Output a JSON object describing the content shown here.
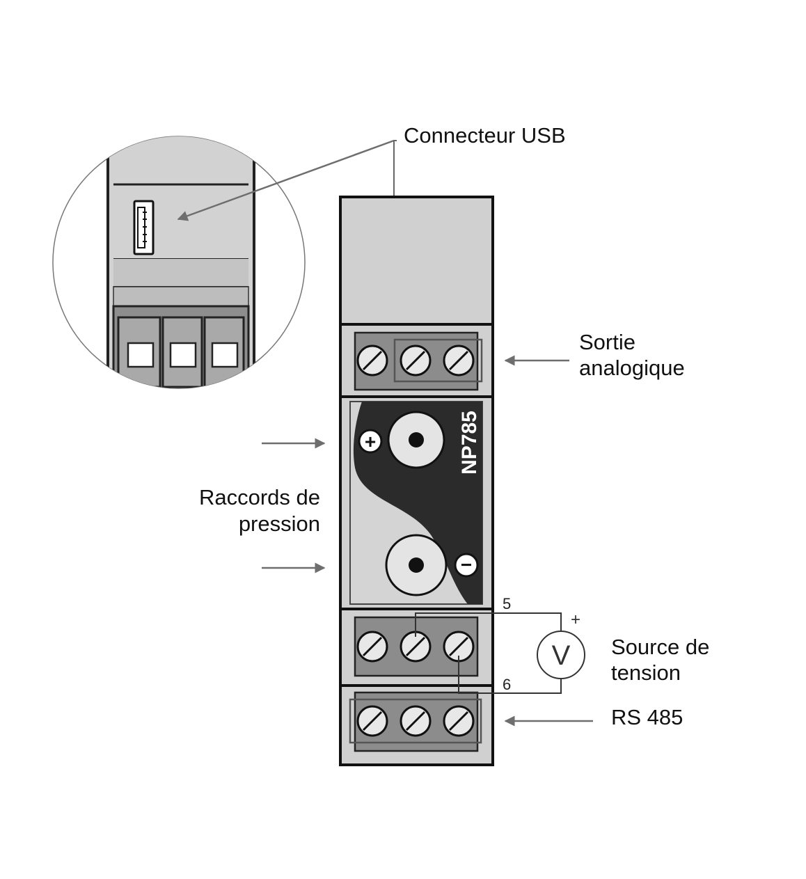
{
  "labels": {
    "usb": "Connecteur USB",
    "analog_line1": "Sortie",
    "analog_line2": "analogique",
    "pressure_line1": "Raccords de",
    "pressure_line2": "pression",
    "voltage_line1": "Source de",
    "voltage_line2": "tension",
    "rs485": "RS 485"
  },
  "device": {
    "model": "NP785",
    "plus_symbol": "+",
    "minus_symbol": "−"
  },
  "wiring": {
    "terminal_top": "5",
    "terminal_bottom": "6",
    "voltmeter_symbol": "V",
    "voltmeter_plus": "+"
  },
  "colors": {
    "device_gray": "#d0d0d0",
    "terminal_block": "#8c8c8c",
    "dark_panel": "#2b2b2b",
    "outline": "#111111",
    "arrow": "#6e6e6e"
  }
}
